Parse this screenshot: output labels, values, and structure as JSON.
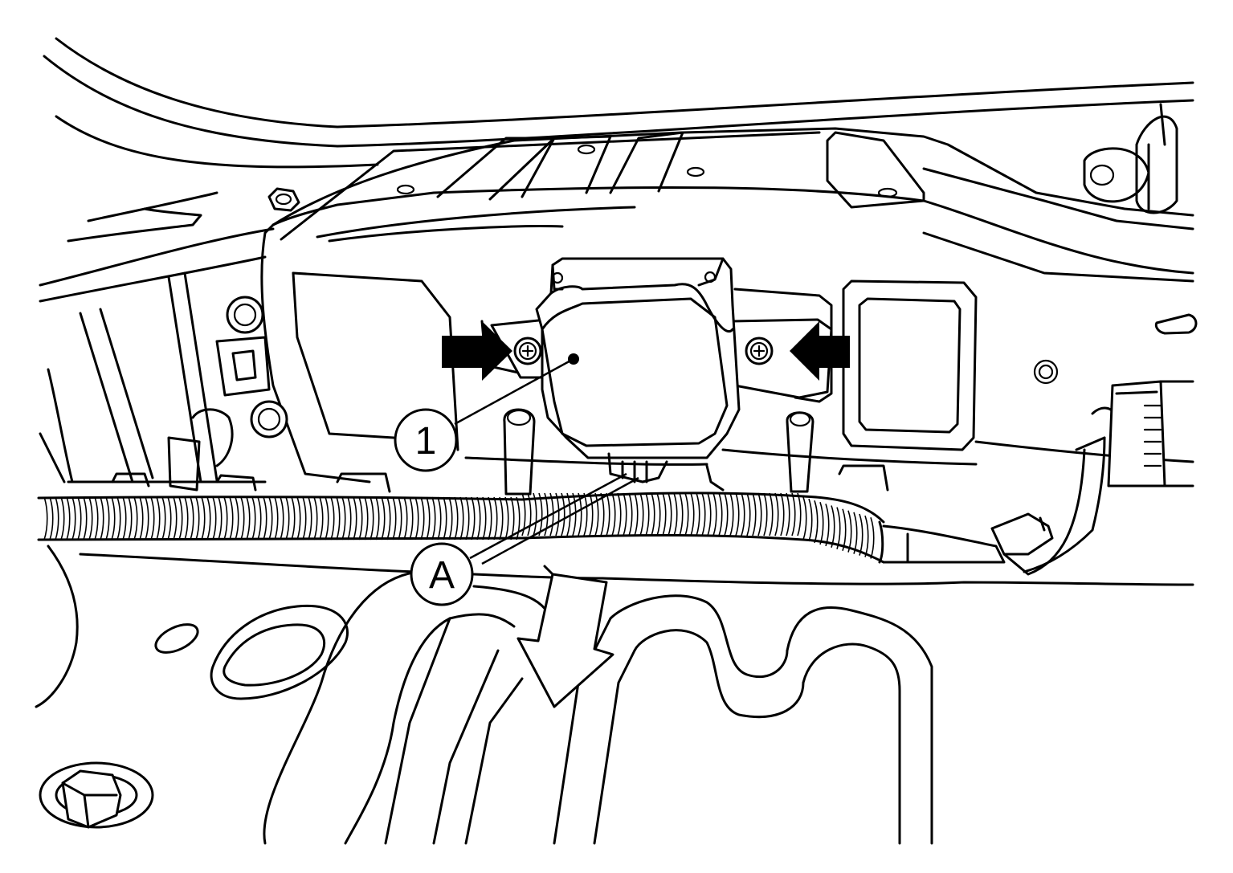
{
  "callouts": [
    {
      "id": "1",
      "label": "1"
    },
    {
      "id": "A",
      "label": "A"
    }
  ],
  "colors": {
    "line": "#000000",
    "background": "#ffffff"
  },
  "icons": [
    "arrow-right-icon",
    "arrow-left-icon",
    "direction-arrow-icon"
  ]
}
